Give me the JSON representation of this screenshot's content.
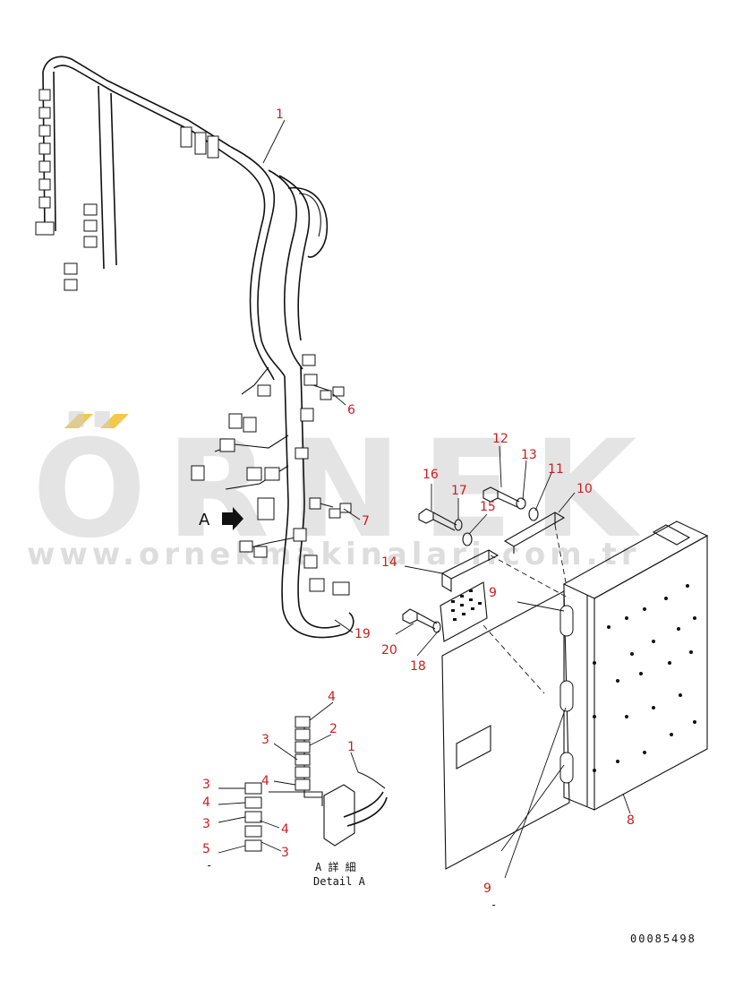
{
  "watermark": {
    "brand": "ÖRNEK",
    "url": "www.ornekmakinalari.com.tr",
    "accent_color": "#f2c94c",
    "gray_color": "#cfcfcf"
  },
  "callout_color": "#c81e1e",
  "callouts": {
    "c1": "1",
    "c6": "6",
    "c7": "7",
    "c8": "8",
    "c9a": "9",
    "c9b": "9",
    "c10": "10",
    "c11": "11",
    "c12": "12",
    "c13": "13",
    "c14": "14",
    "c15": "15",
    "c16": "16",
    "c17": "17",
    "c18": "18",
    "c19": "19",
    "c20": "20"
  },
  "detail": {
    "arrow_label": "A",
    "title_jp": "A 詳 細",
    "title_en": "Detail A",
    "labels": {
      "d4a": "4",
      "d2": "2",
      "d1": "1",
      "d3a": "3",
      "d4b": "4",
      "d3b": "3",
      "d4c": "4",
      "d3c": "3",
      "d4d": "4",
      "d5": "5",
      "d3d": "3"
    },
    "dash_left": "-",
    "dash_right": "-"
  },
  "drawing_number": "00085498"
}
